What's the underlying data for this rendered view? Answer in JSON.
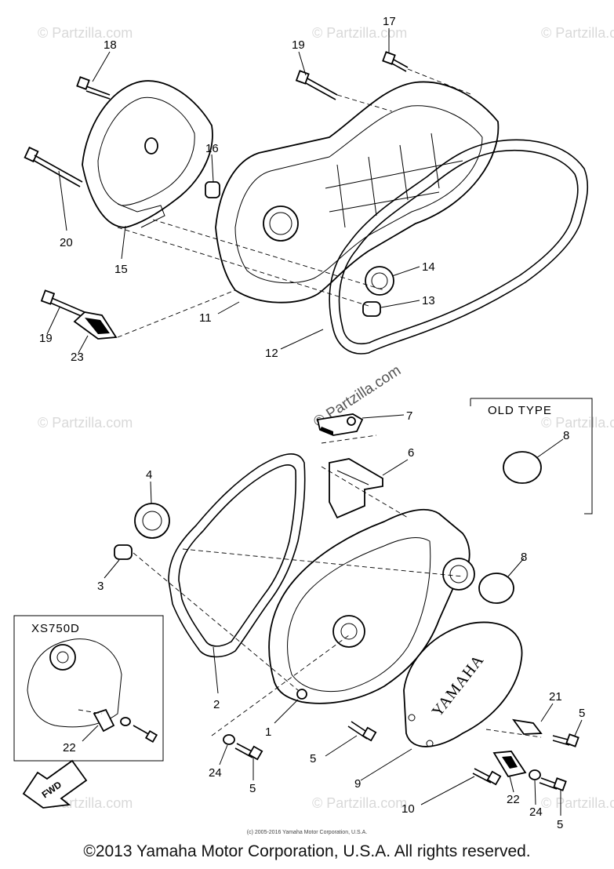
{
  "watermark": "© Partzilla.com",
  "watermark_center": "© Partzilla.com",
  "callouts": {
    "c17": "17",
    "c18": "18",
    "c19a": "19",
    "c16": "16",
    "c20": "20",
    "c15": "15",
    "c14": "14",
    "c13": "13",
    "c11": "11",
    "c12": "12",
    "c19b": "19",
    "c23": "23",
    "c7": "7",
    "c6": "6",
    "c8a": "8",
    "c4": "4",
    "c3": "3",
    "c8b": "8",
    "c2": "2",
    "c1": "1",
    "c22a": "22",
    "c5a": "5",
    "c21": "21",
    "c5b": "5",
    "c24a": "24",
    "c5c": "5",
    "c9": "9",
    "c10": "10",
    "c22b": "22",
    "c24b": "24",
    "c5d": "5"
  },
  "old_type_label": "OLD TYPE",
  "xs750d_label": "XS750D",
  "fwd_label": "FWD",
  "cover_brand": "YAMAHA",
  "source_note": "(c) 2005-2016 Yamaha Motor Corporation, U.S.A.",
  "copyright": "©2013 Yamaha Motor Corporation, U.S.A. All rights reserved."
}
